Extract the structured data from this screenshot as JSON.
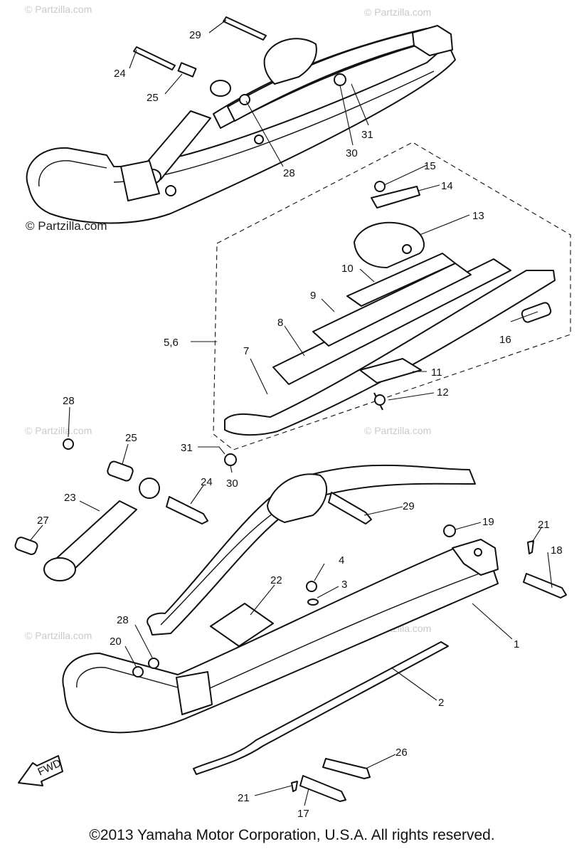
{
  "callouts": [
    {
      "id": "c29a",
      "text": "29"
    },
    {
      "id": "c24a",
      "text": "24"
    },
    {
      "id": "c25a",
      "text": "25"
    },
    {
      "id": "c31a",
      "text": "31"
    },
    {
      "id": "c30a",
      "text": "30"
    },
    {
      "id": "c28a",
      "text": "28"
    },
    {
      "id": "c15",
      "text": "15"
    },
    {
      "id": "c14",
      "text": "14"
    },
    {
      "id": "c13",
      "text": "13"
    },
    {
      "id": "c10",
      "text": "10"
    },
    {
      "id": "c9",
      "text": "9"
    },
    {
      "id": "c8",
      "text": "8"
    },
    {
      "id": "c56",
      "text": "5,6"
    },
    {
      "id": "c7",
      "text": "7"
    },
    {
      "id": "c16",
      "text": "16"
    },
    {
      "id": "c11",
      "text": "11"
    },
    {
      "id": "c12",
      "text": "12"
    },
    {
      "id": "c28b",
      "text": "28"
    },
    {
      "id": "c25b",
      "text": "25"
    },
    {
      "id": "c31b",
      "text": "31"
    },
    {
      "id": "c30b",
      "text": "30"
    },
    {
      "id": "c24b",
      "text": "24"
    },
    {
      "id": "c23",
      "text": "23"
    },
    {
      "id": "c27",
      "text": "27"
    },
    {
      "id": "c29b",
      "text": "29"
    },
    {
      "id": "c19",
      "text": "19"
    },
    {
      "id": "c21a",
      "text": "21"
    },
    {
      "id": "c18",
      "text": "18"
    },
    {
      "id": "c4",
      "text": "4"
    },
    {
      "id": "c3",
      "text": "3"
    },
    {
      "id": "c22",
      "text": "22"
    },
    {
      "id": "c28c",
      "text": "28"
    },
    {
      "id": "c1",
      "text": "1"
    },
    {
      "id": "c20",
      "text": "20"
    },
    {
      "id": "c2",
      "text": "2"
    },
    {
      "id": "c26",
      "text": "26"
    },
    {
      "id": "c21b",
      "text": "21"
    },
    {
      "id": "c17",
      "text": "17"
    }
  ],
  "watermark_text": "© Partzilla.com",
  "fwd_label": "FWD",
  "copyright": "©2013 Yamaha Motor Corporation, U.S.A. All rights reserved."
}
